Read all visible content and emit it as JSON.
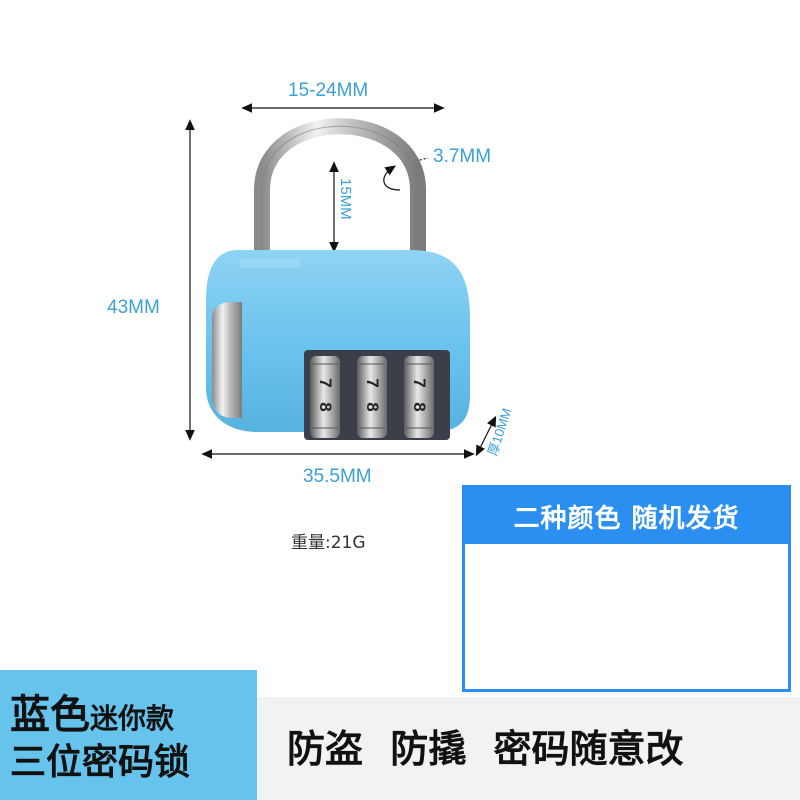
{
  "dimensions": {
    "shackle_width": "15-24MM",
    "wire_diameter": "3.7MM",
    "inner_height": "15MM",
    "total_height": "43MM",
    "body_width": "35.5MM",
    "thickness": "厚10MM"
  },
  "weight": "重量:21G",
  "variants": {
    "title": "二种颜色 随机发货"
  },
  "badge": {
    "color_name": "蓝色",
    "style": "迷你款",
    "lock_type": "三位密码锁"
  },
  "features": "防盗 防撬 密码随意改",
  "colors": {
    "lock_blue": "#6cc4ee",
    "lock_navy": "#24238a",
    "accent": "#2a8ff0",
    "dimension_text": "#3aa0d8"
  },
  "dials": {
    "digits_top": [
      "7",
      "7",
      "7"
    ],
    "digits_mid": [
      "8",
      "8",
      "8"
    ]
  }
}
